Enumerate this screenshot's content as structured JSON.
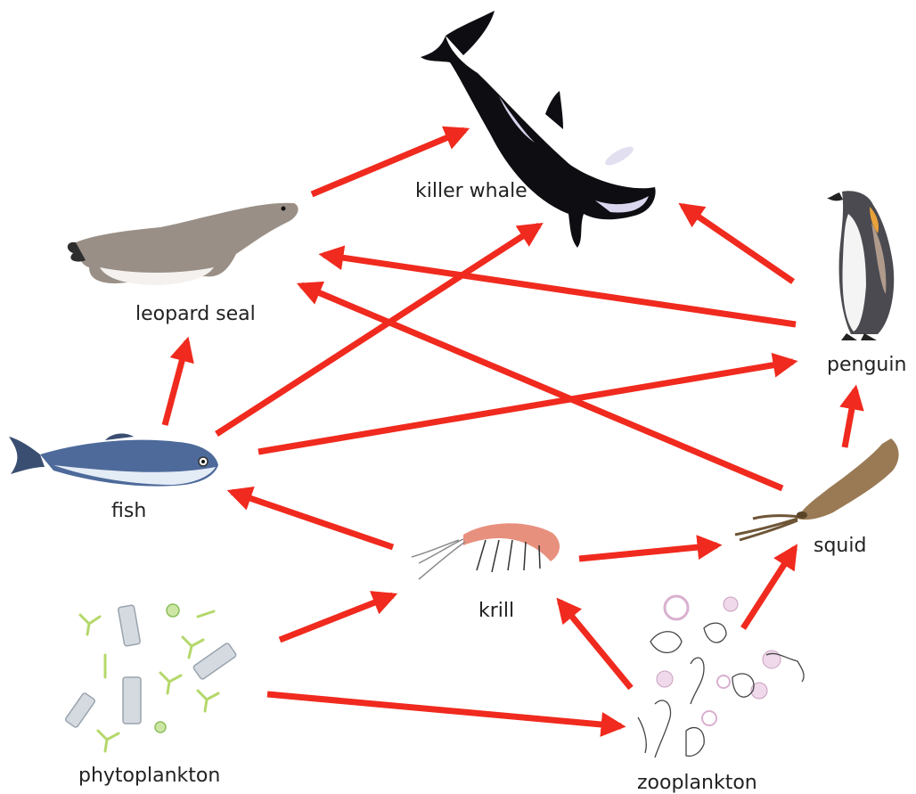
{
  "labels": {
    "killer_whale": "killer whale",
    "leopard_seal": "leopard seal",
    "penguin": "penguin",
    "fish": "fish",
    "squid": "squid",
    "krill": "krill",
    "phytoplankton": "phytoplankton",
    "zooplankton": "zooplankton"
  },
  "colors": {
    "arrow": "#f02a1e",
    "whale_body": "#0d0d12",
    "whale_patch": "#dad6ee",
    "seal_body": "#9a8f86",
    "fish_back": "#4d6a9a",
    "fish_belly": "#e4ecf6",
    "krill": "#e8907e",
    "squid": "#9a7a55",
    "phyto_green": "#b4d86a",
    "phyto_grey": "#b8c0c8",
    "zoo_pink": "#d9b0cf"
  }
}
